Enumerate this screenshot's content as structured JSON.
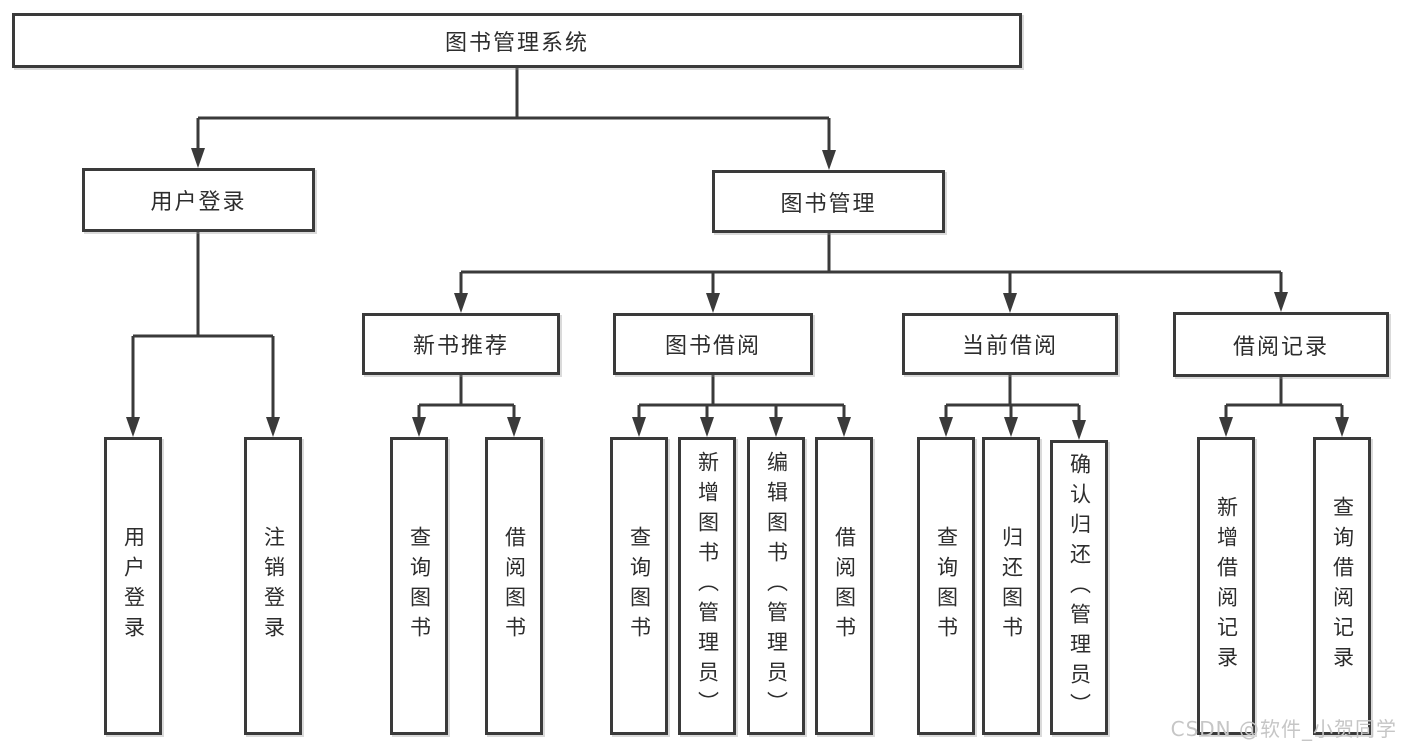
{
  "diagram_type": "tree",
  "tree": {
    "root": {
      "label": "图书管理系统",
      "children": [
        {
          "label": "用户登录",
          "children": [
            {
              "label": "用户登录"
            },
            {
              "label": "注销登录"
            }
          ]
        },
        {
          "label": "图书管理",
          "children": [
            {
              "label": "新书推荐",
              "children": [
                {
                  "label": "查询图书"
                },
                {
                  "label": "借阅图书"
                }
              ]
            },
            {
              "label": "图书借阅",
              "children": [
                {
                  "label": "查询图书"
                },
                {
                  "label": "新增图书（管理员）"
                },
                {
                  "label": "编辑图书（管理员）"
                },
                {
                  "label": "借阅图书"
                }
              ]
            },
            {
              "label": "当前借阅",
              "children": [
                {
                  "label": "查询图书"
                },
                {
                  "label": "归还图书"
                },
                {
                  "label": "确认归还（管理员）"
                }
              ]
            },
            {
              "label": "借阅记录",
              "children": [
                {
                  "label": "新增借阅记录"
                },
                {
                  "label": "查询借阅记录"
                }
              ]
            }
          ]
        }
      ]
    }
  },
  "watermark": {
    "text": "CSDN @软件_小贺同学"
  },
  "colors": {
    "line": "#3a3a3a",
    "box_border": "#3a3a3a",
    "text": "#2d2d2d",
    "watermark": "#c6c6c6",
    "background": "#ffffff"
  }
}
